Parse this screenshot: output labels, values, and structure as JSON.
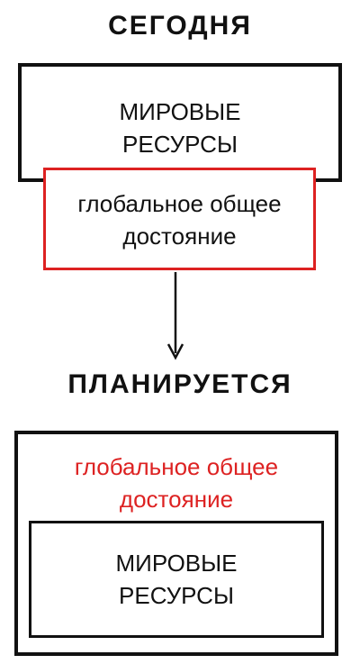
{
  "today": {
    "heading": "СЕГОДНЯ",
    "resources": [
      "МИРОВЫЕ",
      "РЕСУРСЫ"
    ],
    "commons": [
      "глобальное общее",
      "достояние"
    ]
  },
  "planned": {
    "heading": "ПЛАНИРУЕТСЯ",
    "commons": [
      "глобальное общее",
      "достояние"
    ],
    "resources": [
      "МИРОВЫЕ",
      "РЕСУРСЫ"
    ]
  },
  "colors": {
    "accent_red": "#dd2222",
    "border_black": "#111111"
  }
}
